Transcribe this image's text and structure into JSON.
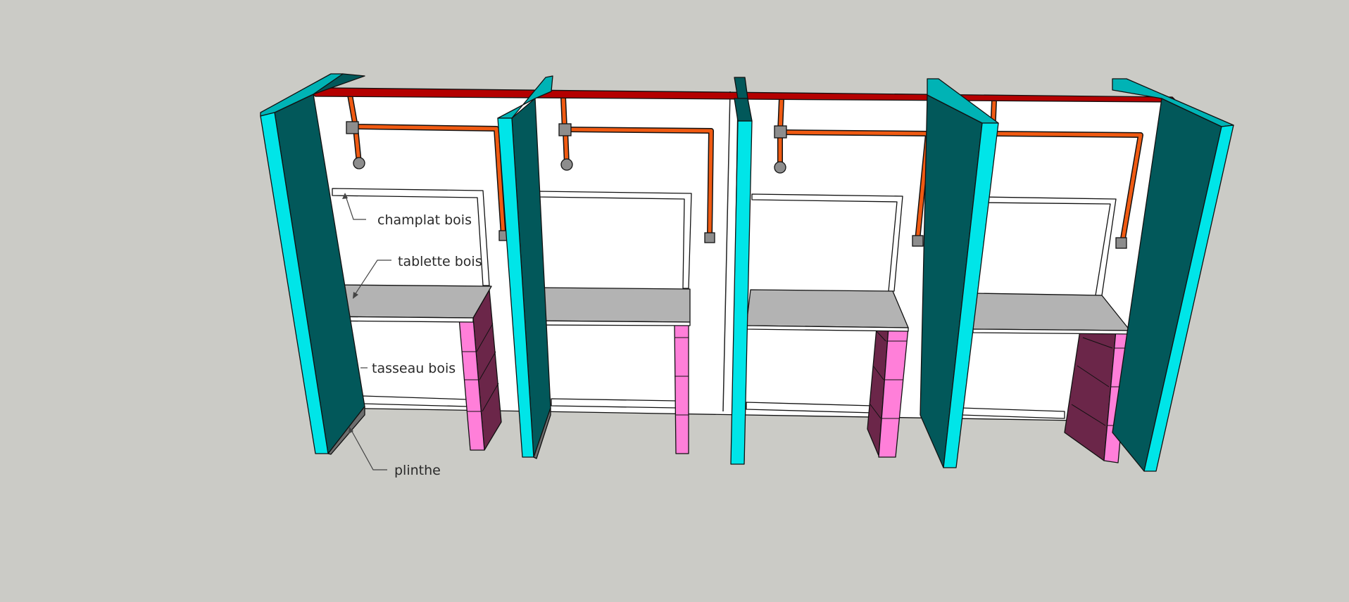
{
  "labels": {
    "champlat": "champlat bois",
    "tablette": "tablette bois",
    "tasseau": "tasseau bois",
    "plinthe": "plinthe"
  },
  "colors": {
    "background": "#cbcbc6",
    "wall": "#ffffff",
    "partition_front": "#00e5e8",
    "partition_side": "#02585a",
    "shelf": "#b3b3b3",
    "batten_front": "#ff7fd9",
    "batten_side": "#6b2649",
    "top_rail": "#b40000",
    "cable": "#f05a12",
    "box": "#8d8d8d",
    "skirting": "#6d6d6d"
  },
  "icons": {
    "light_point": "grey-circle",
    "junction_box": "grey-square",
    "outlet": "grey-square"
  }
}
